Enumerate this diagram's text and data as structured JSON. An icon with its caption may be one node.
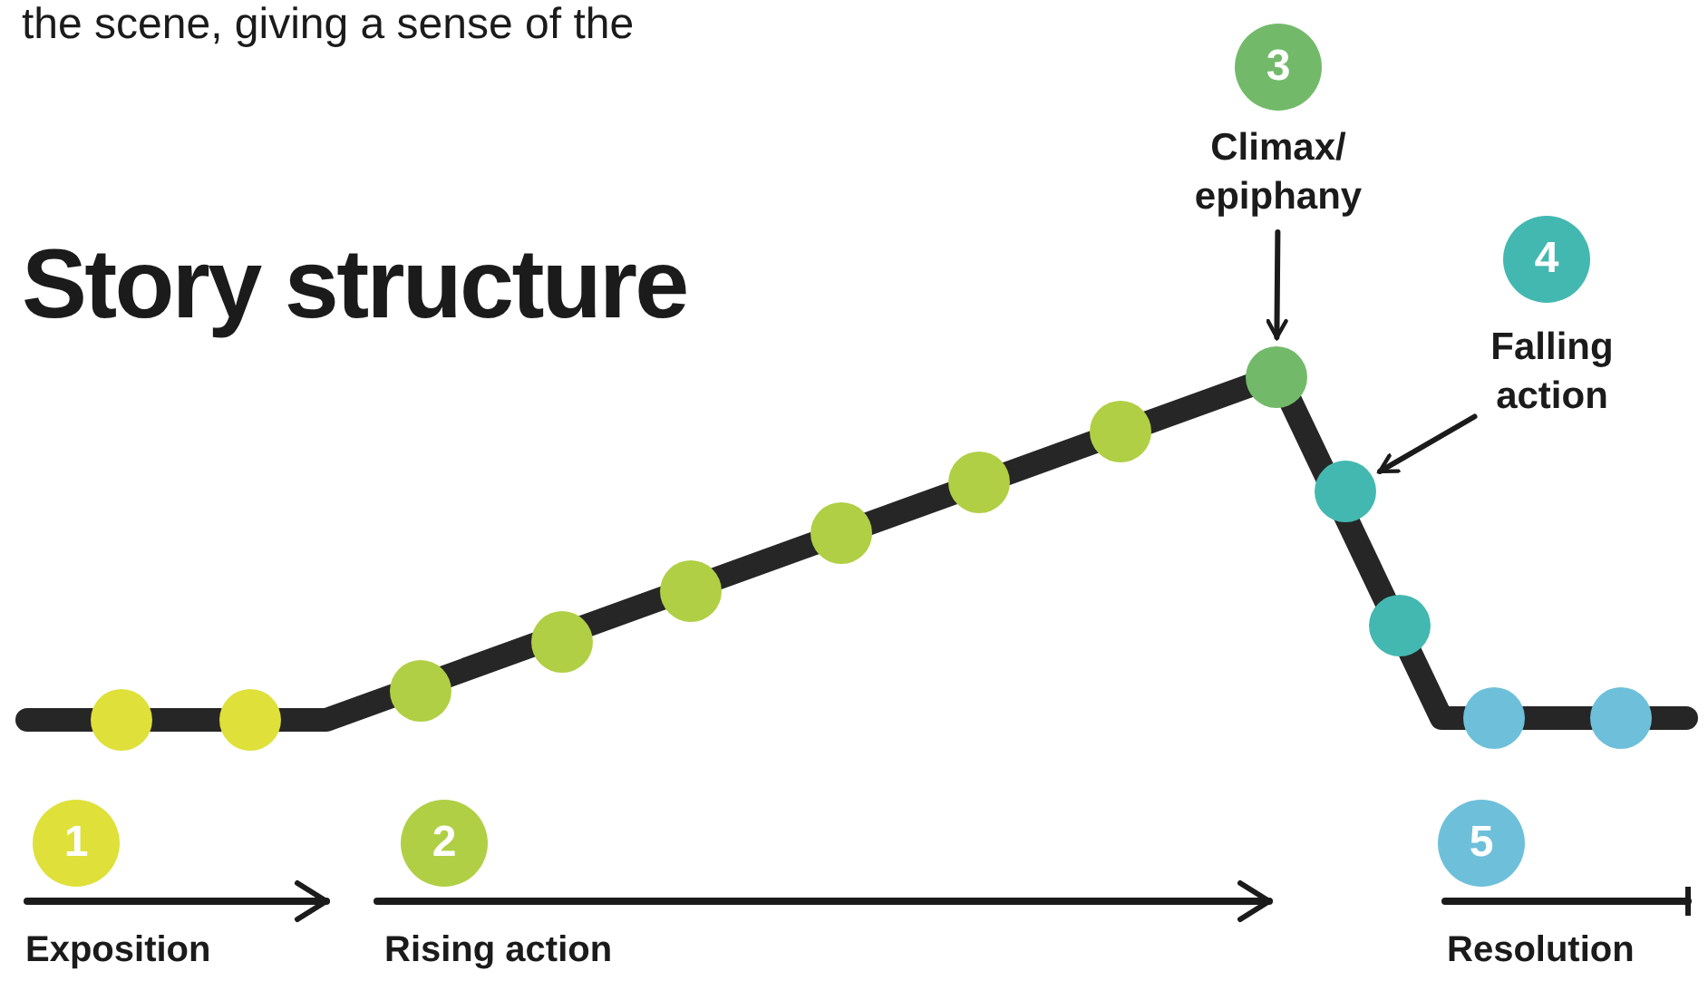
{
  "diagram": {
    "title": "Story structure",
    "nodes": [
      {
        "text": [
          "3"
        ]
      },
      {
        "text": [
          "Climax/ epiphany"
        ]
      },
      {
        "text": [
          "4"
        ]
      },
      {
        "text": [
          "Falling action"
        ]
      },
      {
        "text": [],
        "shape": "circle"
      },
      {
        "text": [],
        "shape": "circle"
      },
      {
        "text": [],
        "shape": "circle"
      },
      {
        "text": [],
        "shape": "circle"
      },
      {
        "text": [],
        "shape": "circle"
      },
      {
        "text": [],
        "shape": "circle"
      },
      {
        "text": [],
        "shape": "circle"
      },
      {
        "text": [],
        "shape": "circle"
      },
      {
        "text": [],
        "shape": "circle"
      },
      {
        "text": [],
        "shape": "circle"
      },
      {
        "text": [],
        "shape": "circle"
      },
      {
        "text": [],
        "shape": "circle"
      },
      {
        "text": [],
        "shape": "circle"
      },
      {
        "text": [
          "1"
        ]
      },
      {
        "text": [
          "2"
        ]
      },
      {
        "text": [
          "5"
        ]
      }
    ],
    "edges": [
      {
        "from": 1,
        "to": 12,
        "arrow": "to"
      },
      {
        "from": 3,
        "to": 13,
        "arrow": "to"
      }
    ],
    "labels": [
      "the scene, giving a sense of the",
      "Exposition",
      "Rising action",
      "Resolution"
    ]
  }
}
